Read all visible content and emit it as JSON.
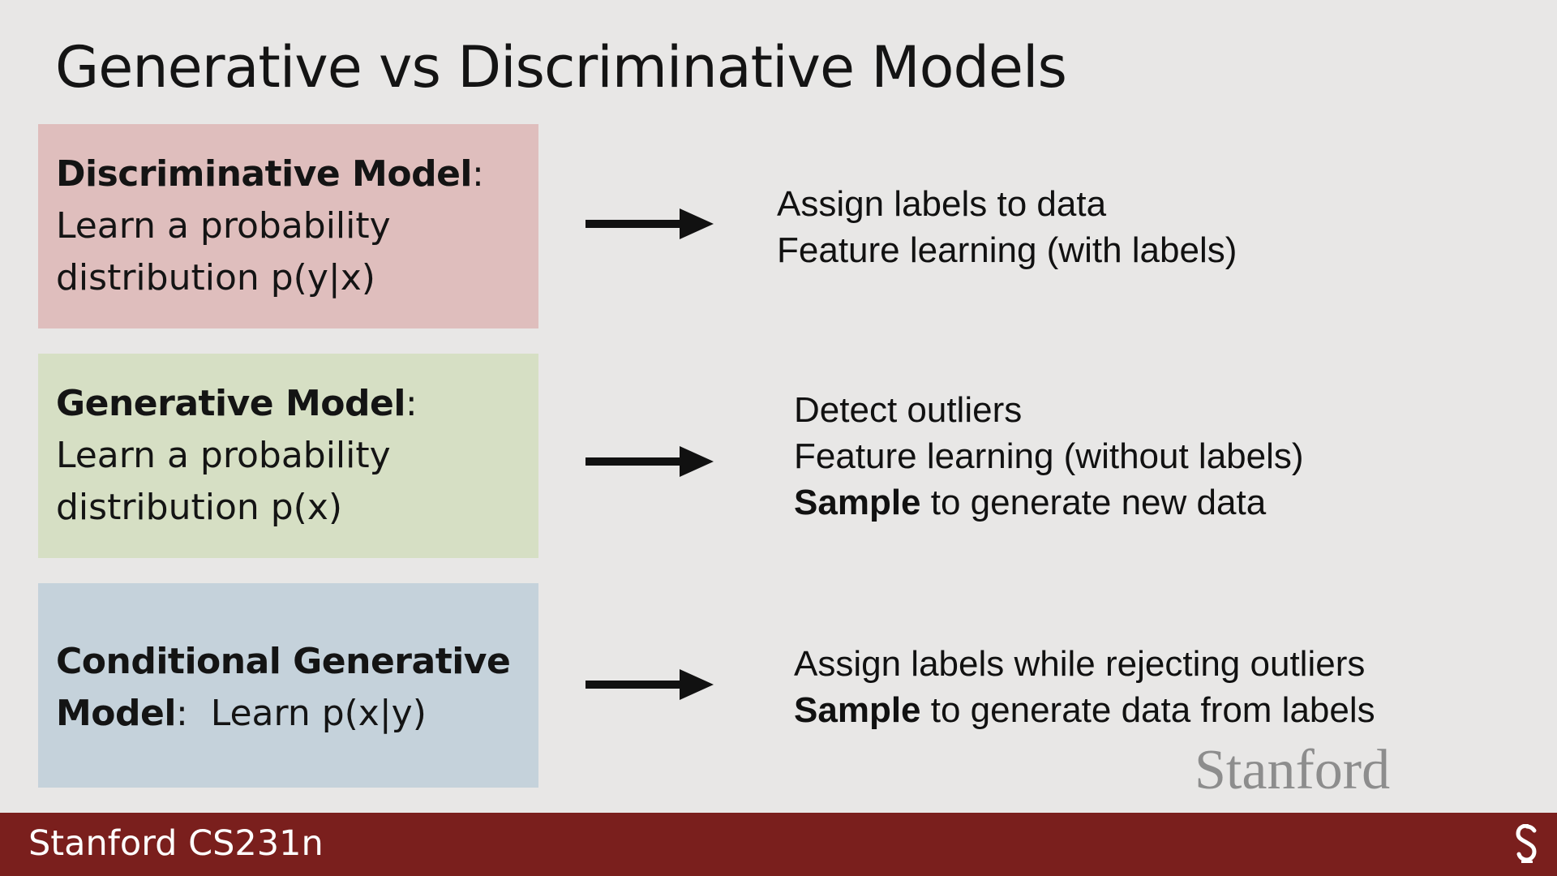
{
  "slide": {
    "title": "Generative vs Discriminative Models"
  },
  "models": [
    {
      "name": "Discriminative Model",
      "colon": ":",
      "line1": "Learn a probability",
      "line2": "distribution p(y|x)"
    },
    {
      "name": "Generative Model",
      "colon": ":",
      "line1": "Learn a probability",
      "line2": "distribution p(x)"
    },
    {
      "name_line1": "Conditional Generative",
      "name_line2": "Model",
      "colon": ":",
      "rest": "Learn p(x|y)"
    }
  ],
  "uses": [
    {
      "line1": "Assign labels to data",
      "line2": "Feature learning (with labels)"
    },
    {
      "line1": "Detect outliers",
      "line2": "Feature learning (without labels)",
      "line3_bold": "Sample",
      "line3_rest": " to generate new data"
    },
    {
      "line1": "Assign labels while rejecting outliers",
      "line2_bold": "Sample",
      "line2_rest": " to generate data from labels"
    }
  ],
  "branding": {
    "logo_text": "Stanford",
    "course": "Stanford CS231n",
    "seal_icon": "stanford-seal-icon"
  },
  "colors": {
    "background": "#e8e7e6",
    "discriminative_box": "#dfbebd",
    "generative_box": "#d6dfc4",
    "conditional_box": "#c5d2db",
    "footer": "#7a1f1d"
  }
}
